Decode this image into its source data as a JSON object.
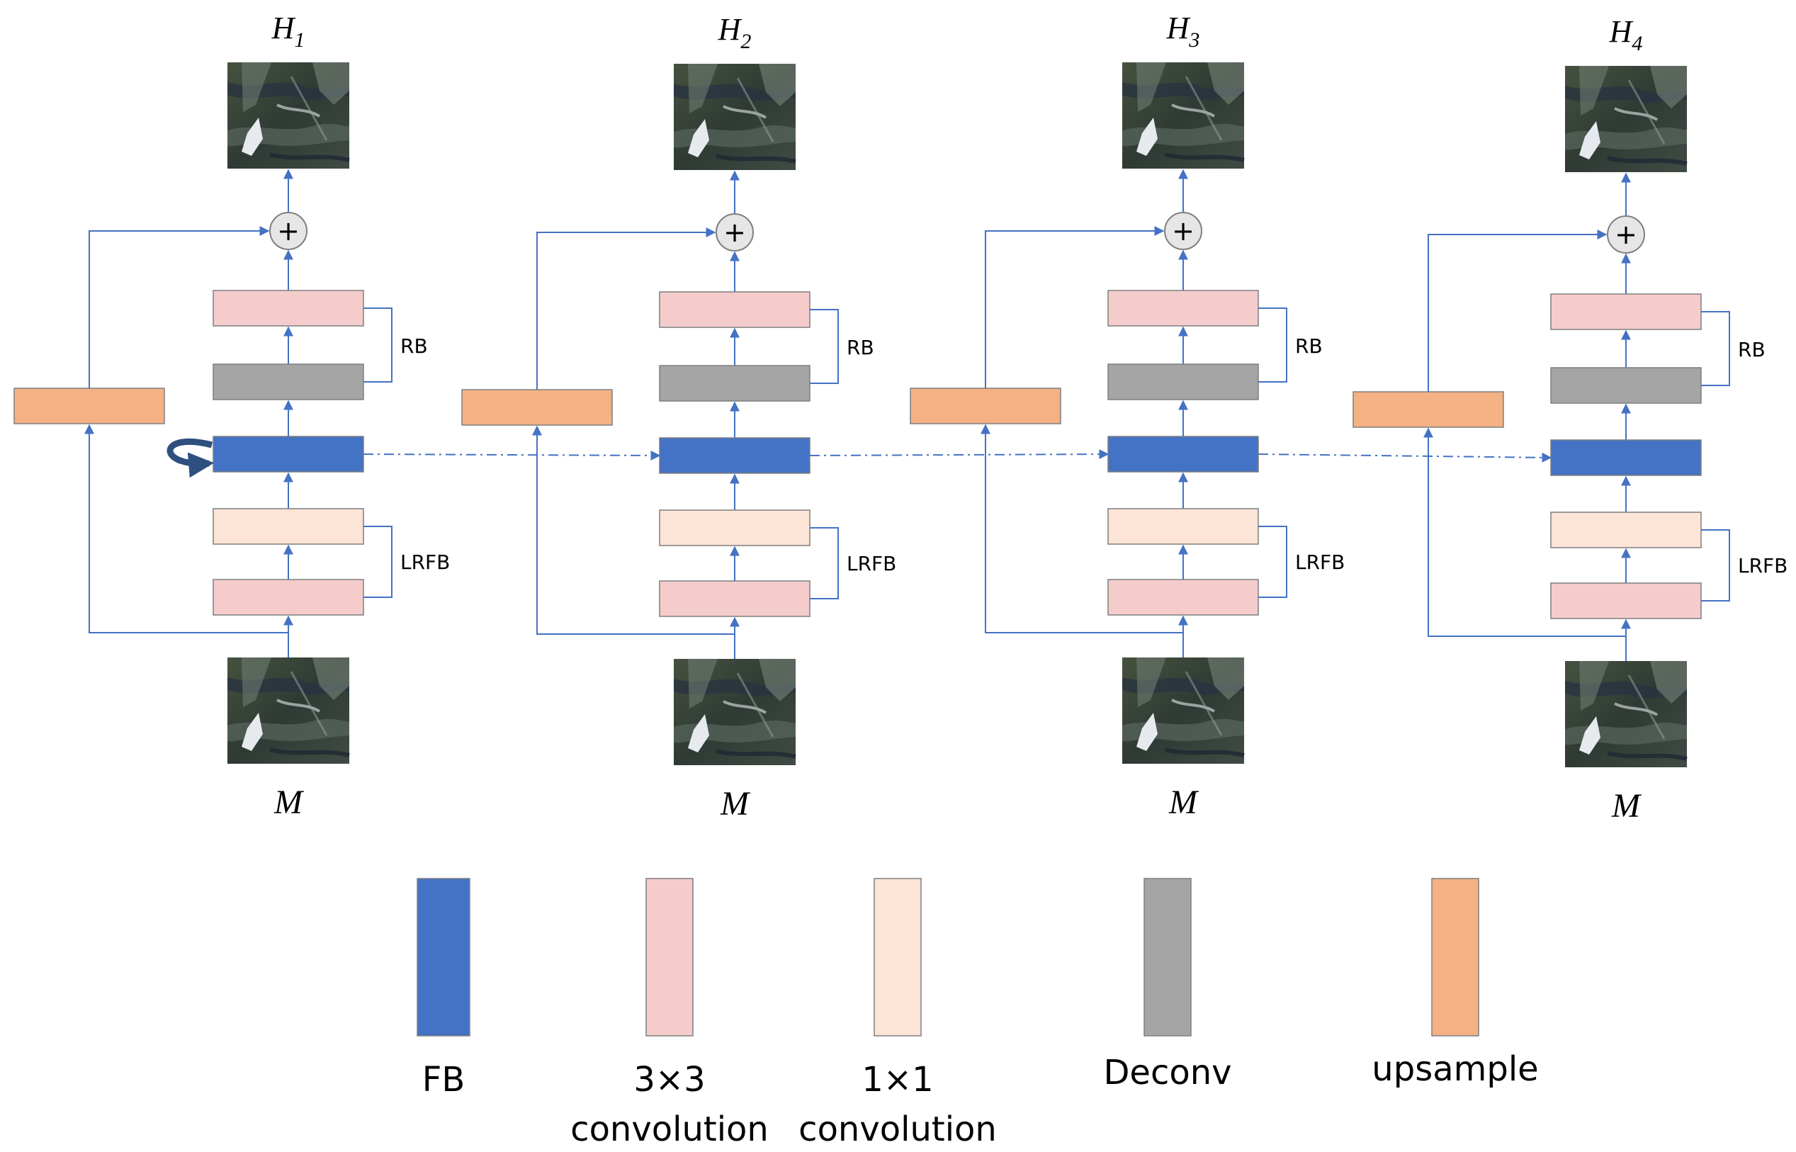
{
  "stages": [
    {
      "output_label": "H",
      "output_sub": "1",
      "input_label": "M",
      "rb_label": "RB",
      "lrfb_label": "LRFB",
      "self_loop": true
    },
    {
      "output_label": "H",
      "output_sub": "2",
      "input_label": "M",
      "rb_label": "RB",
      "lrfb_label": "LRFB",
      "self_loop": false
    },
    {
      "output_label": "H",
      "output_sub": "3",
      "input_label": "M",
      "rb_label": "RB",
      "lrfb_label": "LRFB",
      "self_loop": false
    },
    {
      "output_label": "H",
      "output_sub": "4",
      "input_label": "M",
      "rb_label": "RB",
      "lrfb_label": "LRFB",
      "self_loop": false
    }
  ],
  "adder_symbol": "+",
  "legend": [
    {
      "key": "fb",
      "label_lines": [
        "FB"
      ],
      "color": "#4472C4"
    },
    {
      "key": "conv3",
      "label_lines": [
        "3×3",
        "convolution"
      ],
      "color": "#F4CCCC"
    },
    {
      "key": "conv1",
      "label_lines": [
        "1×1",
        "convolution"
      ],
      "color": "#FCE4D6"
    },
    {
      "key": "deconv",
      "label_lines": [
        "Deconv"
      ],
      "color": "#A5A5A5"
    },
    {
      "key": "upsample",
      "label_lines": [
        "upsample"
      ],
      "color": "#F4B183"
    }
  ],
  "colors": {
    "arrow": "#4472C4",
    "loop": "#2F4F7F",
    "adder_fill": "#E7E6E6"
  }
}
